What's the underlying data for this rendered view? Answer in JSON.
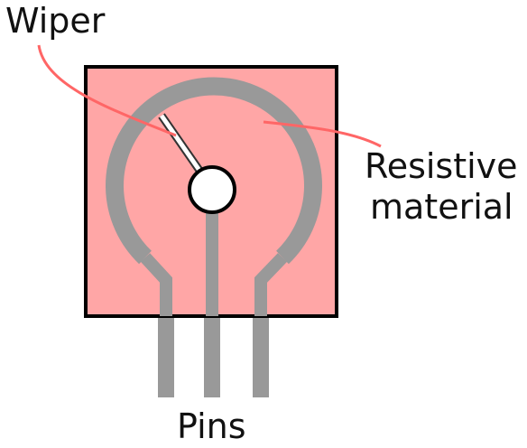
{
  "labels": {
    "wiper": "Wiper",
    "resistive_line1": "Resistive",
    "resistive_line2": "material",
    "pins": "Pins"
  },
  "colors": {
    "body_fill": "#ffa6a6",
    "outline": "#000000",
    "track": "#999999",
    "leader": "#ff6666",
    "wiper_fill": "#ffffff",
    "text": "#111111"
  }
}
